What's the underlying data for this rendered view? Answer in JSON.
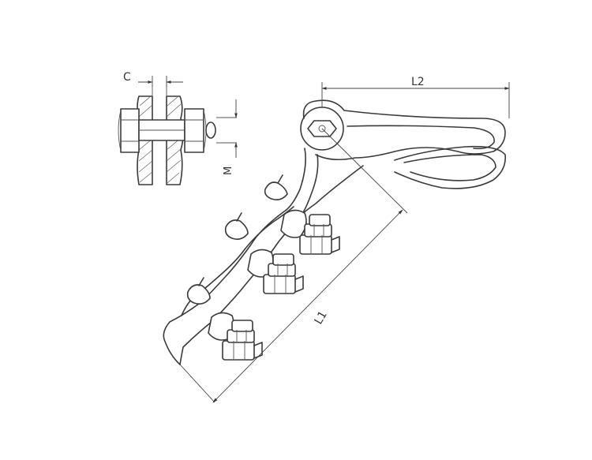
{
  "dimensions": {
    "c_label": "C",
    "m_label": "M",
    "l1_label": "L1",
    "l2_label": "L2"
  }
}
